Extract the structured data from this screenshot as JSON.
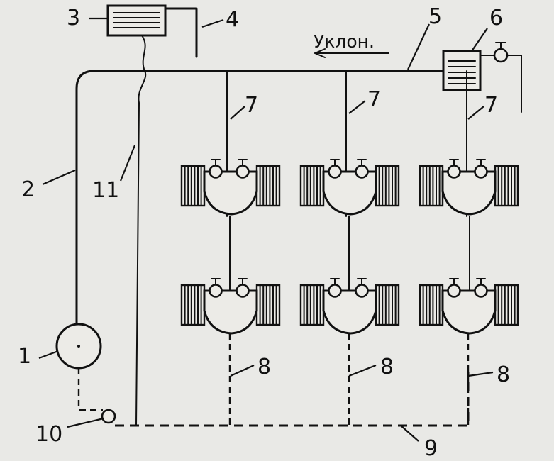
{
  "labels": {
    "boiler": "1",
    "main_riser": "2",
    "expansion_tank": "3",
    "overflow_pipe": "4",
    "supply_main": "5",
    "air_collector": "6",
    "supply_riser_a": "7",
    "supply_riser_b": "7",
    "supply_riser_c": "7",
    "return_riser_a": "8",
    "return_riser_b": "8",
    "return_riser_c": "8",
    "return_main": "9",
    "pump": "10",
    "signal_pipe": "11"
  },
  "slope_label": "Уклон."
}
